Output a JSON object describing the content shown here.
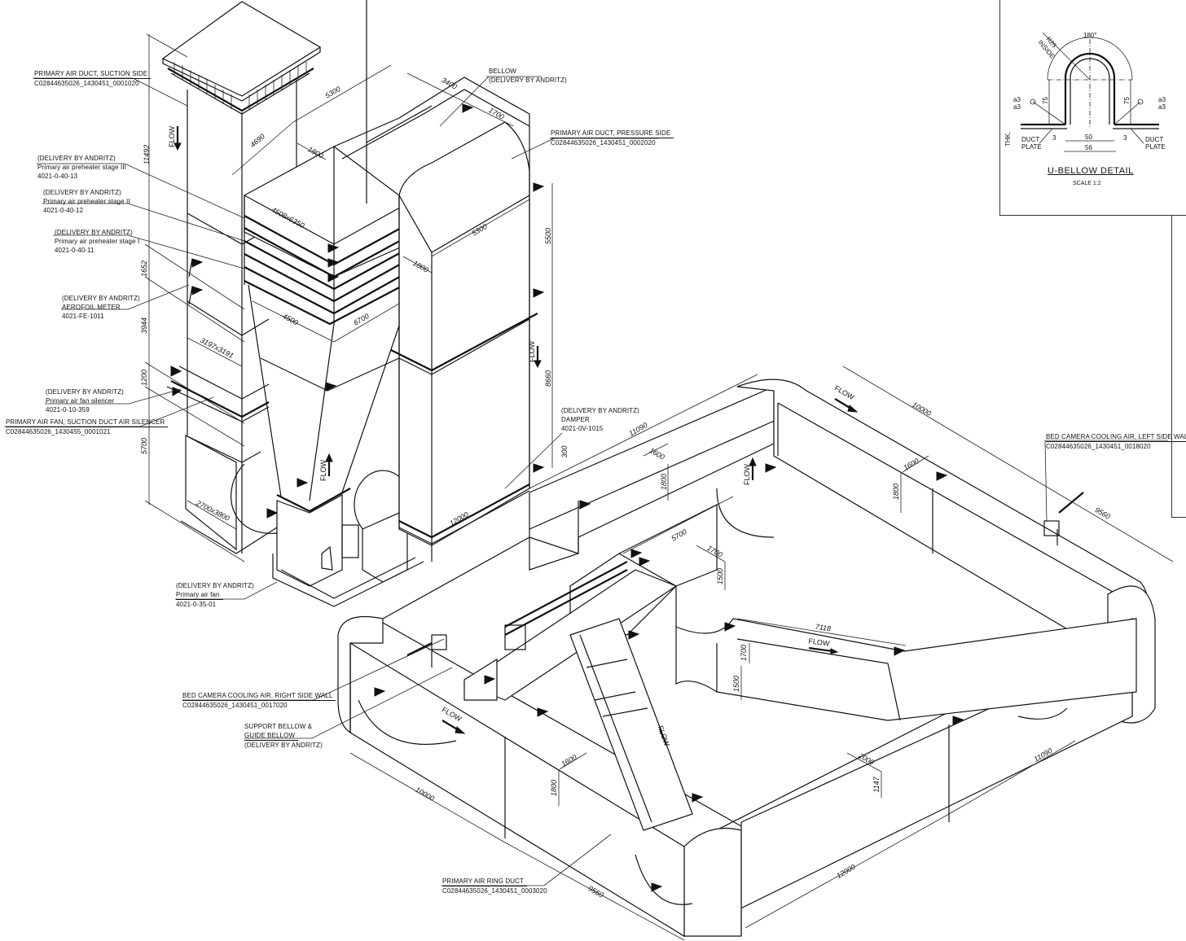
{
  "callouts": {
    "pa_suction": {
      "title": "PRIMARY AIR DUCT, SUCTION SIDE",
      "code": "C02844635026_1430451_0001020"
    },
    "preheater3": {
      "delivery": "(DELIVERY BY ANDRITZ)",
      "name": "Primary air preheater stage III",
      "code": "4021-0-40-13"
    },
    "preheater2": {
      "delivery": "(DELIVERY BY ANDRITZ)",
      "name": "Primary air preheater stage II",
      "code": "4021-0-40-12"
    },
    "preheater1": {
      "delivery": "(DELIVERY BY ANDRITZ)",
      "name": "Primary air preheater stage I",
      "code": "4021-0-40-11"
    },
    "aerofoil": {
      "delivery": "(DELIVERY BY ANDRITZ)",
      "name": "AEROFOIL METER",
      "code": "4021-FE-1011"
    },
    "fan_silencer": {
      "delivery": "(DELIVERY BY ANDRITZ)",
      "name": "Primary air fan silencer",
      "code": "4021-0-10-359"
    },
    "suction_silencer": {
      "title": "PRIMARY AIR FAN, SUCTION DUCT AIR SILENCER",
      "code": "C02844635026_1430455_0001021"
    },
    "bellow": {
      "title": "BELLOW",
      "delivery": "(DELIVERY BY ANDRITZ)"
    },
    "pa_pressure": {
      "title": "PRIMARY AIR  DUCT, PRESSURE SIDE",
      "code": "C02844635026_1430451_0002020"
    },
    "damper": {
      "delivery": "(DELIVERY BY ANDRITZ)",
      "name": "DAMPER",
      "code": "4021-0V-1015"
    },
    "fan": {
      "delivery": "(DELIVERY BY ANDRITZ)",
      "name": "Primary air fan",
      "code": "4021-0-35-01"
    },
    "bed_cam_right": {
      "title": "BED CAMERA COOLING AIR, RIGHT SIDE WALL",
      "code": "C02844635026_1430451_0017020"
    },
    "support_bellow": {
      "line1": "SUPPORT BELLOW &",
      "line2": "GUIDE BELLOW",
      "delivery": "(DELIVERY BY ANDRITZ)"
    },
    "ring_duct": {
      "title": "PRIMARY AIR RING DUCT",
      "code": "C02844635026_1430451_0003020"
    },
    "bed_cam_left": {
      "title": "BED CAMERA COOLING AIR, LEFT SIDE WALL",
      "code": "C02844635026_1430451_0018020"
    }
  },
  "flow_label": "FLOW",
  "dimensions": {
    "d11492": "11492",
    "d4690": "4690",
    "d5300_top": "5300",
    "d1800_top": "1800",
    "d3400": "3400",
    "d1700_top": "1700",
    "d4508x6350": "4508x6350",
    "d1652": "1652",
    "d3944": "3944",
    "d4500": "4500",
    "d6700": "6700",
    "d3197x3191": "3197x3191",
    "d1200": "1200",
    "d5700_left": "5700",
    "d2700x3800": "2700x3800",
    "d5300_mid": "5300",
    "d1800_mid": "1800",
    "d5500": "5500",
    "d8660": "8660",
    "d300": "300",
    "d12000_bellow": "12000",
    "d11090_top": "11090",
    "d1600_a": "1600",
    "d1800_a": "1800",
    "d5700_mid": "5700",
    "d1700_mid": "1700",
    "d1500_mid": "1500",
    "d10000_top": "10000",
    "d1600_b": "1600",
    "d1800_b": "1800",
    "d9560_right": "9560",
    "d7118": "7118",
    "d1700_br": "1700",
    "d1500_br": "1500",
    "d10000_bot": "10000",
    "d1600_c": "1600",
    "d1800_c": "1800",
    "d9560_bot": "9560",
    "d2000": "2000",
    "d1147": "1147",
    "d11090_bot": "11090",
    "d12000_bot": "12000"
  },
  "detail": {
    "title": "U-BELLOW DETAIL",
    "scale": "SCALE 1:2",
    "angle": "180°",
    "radius": "R25",
    "inside": "INSIDE",
    "weld": "a3",
    "height": "75",
    "thk": "THK.",
    "duct": "DUCT",
    "plate": "PLATE",
    "gap": "3",
    "inner": "50",
    "outer": "56"
  }
}
